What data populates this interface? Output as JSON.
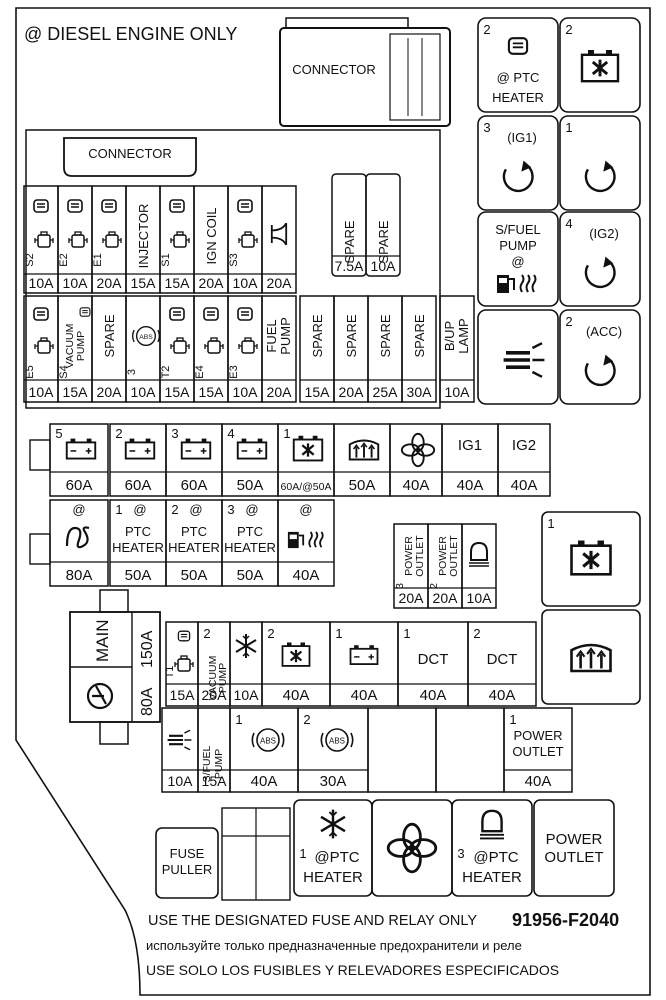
{
  "header": {
    "diesel_note": "@ DIESEL ENGINE ONLY"
  },
  "connectors": {
    "top": "CONNECTOR",
    "upper_block": "CONNECTOR"
  },
  "relays_right": [
    {
      "num": "2",
      "label": "@ PTC HEATER",
      "icon": "door-defrost-icon"
    },
    {
      "num": "2",
      "label": "",
      "icon": "fan-relay-icon"
    },
    {
      "num": "3",
      "label": "(IG1)",
      "icon": "rotation-icon"
    },
    {
      "num": "1",
      "label": "",
      "icon": "rotation-icon"
    },
    {
      "num": "",
      "label": "S/FUEL PUMP @",
      "icon": "fuel-pump-icon"
    },
    {
      "num": "4",
      "label": "(IG2)",
      "icon": "rotation-icon"
    },
    {
      "num": "",
      "label": "",
      "icon": "horn-icon"
    },
    {
      "num": "2",
      "label": "(ACC)",
      "icon": "rotation-icon"
    }
  ],
  "mini_fuses_row1": [
    {
      "tag": "S2",
      "label": "",
      "amp": "10A"
    },
    {
      "tag": "E2",
      "label": "",
      "amp": "10A"
    },
    {
      "tag": "E1",
      "label": "",
      "amp": "20A"
    },
    {
      "tag": "",
      "label": "INJECTOR",
      "amp": "15A"
    },
    {
      "tag": "S1",
      "label": "",
      "amp": "15A"
    },
    {
      "tag": "",
      "label": "IGN COIL",
      "amp": "20A"
    },
    {
      "tag": "S3",
      "label": "",
      "amp": "10A"
    },
    {
      "tag": "",
      "label": "",
      "amp": "20A"
    }
  ],
  "spare_top": [
    {
      "label": "SPARE",
      "amp": "7.5A"
    },
    {
      "label": "SPARE",
      "amp": "10A"
    }
  ],
  "mini_fuses_row2": [
    {
      "tag": "E5",
      "label": "",
      "amp": "10A"
    },
    {
      "tag": "S4",
      "label": "VACUUM PUMP",
      "amp": "15A"
    },
    {
      "tag": "",
      "label": "SPARE",
      "amp": "20A"
    },
    {
      "tag": "3",
      "label": "",
      "amp": "10A"
    },
    {
      "tag": "T2",
      "label": "",
      "amp": "15A"
    },
    {
      "tag": "E4",
      "label": "",
      "amp": "15A"
    },
    {
      "tag": "E3",
      "label": "",
      "amp": "10A"
    },
    {
      "tag": "",
      "label": "FUEL PUMP",
      "amp": "20A"
    },
    {
      "tag": "",
      "label": "SPARE",
      "amp": "15A"
    },
    {
      "tag": "",
      "label": "SPARE",
      "amp": "20A"
    },
    {
      "tag": "",
      "label": "SPARE",
      "amp": "25A"
    },
    {
      "tag": "",
      "label": "SPARE",
      "amp": "30A"
    },
    {
      "tag": "",
      "label": "B/UP LAMP",
      "amp": "10A"
    }
  ],
  "multi_fuse_row1": [
    {
      "num": "5",
      "label": "",
      "amp": "60A"
    },
    {
      "num": "2",
      "label": "",
      "amp": "60A"
    },
    {
      "num": "3",
      "label": "",
      "amp": "60A"
    },
    {
      "num": "4",
      "label": "",
      "amp": "50A"
    },
    {
      "num": "1",
      "label": "",
      "amp": "60A/@50A"
    },
    {
      "num": "",
      "label": "",
      "amp": "50A"
    },
    {
      "num": "",
      "label": "",
      "amp": "40A"
    },
    {
      "num": "",
      "label": "IG1",
      "amp": "40A"
    },
    {
      "num": "",
      "label": "IG2",
      "amp": "40A"
    }
  ],
  "multi_fuse_row2": [
    {
      "num": "@",
      "label": "",
      "amp": "80A"
    },
    {
      "num": "1 @",
      "label": "PTC HEATER",
      "amp": "50A"
    },
    {
      "num": "2 @",
      "label": "PTC HEATER",
      "amp": "50A"
    },
    {
      "num": "3 @",
      "label": "PTC HEATER",
      "amp": "50A"
    },
    {
      "num": "@",
      "label": "",
      "amp": "40A"
    }
  ],
  "power_outlet_fuses": [
    {
      "num": "3",
      "label": "POWER OUTLET",
      "amp": "20A"
    },
    {
      "num": "2",
      "label": "POWER OUTLET",
      "amp": "20A"
    },
    {
      "num": "",
      "label": "",
      "amp": "10A"
    }
  ],
  "main_fuse": {
    "label": "MAIN",
    "amp_top": "150A",
    "amp_bottom": "80A"
  },
  "lower_row": [
    {
      "num": "",
      "tag": "T1",
      "label": "",
      "amp": "15A"
    },
    {
      "num": "2",
      "tag": "",
      "label": "VACUUM PUMP",
      "amp": "20A"
    },
    {
      "num": "",
      "tag": "",
      "label": "",
      "amp": "10A"
    },
    {
      "num": "2",
      "tag": "",
      "label": "",
      "amp": "40A"
    },
    {
      "num": "1",
      "tag": "",
      "label": "",
      "amp": "40A"
    },
    {
      "num": "1",
      "tag": "",
      "label": "DCT",
      "amp": "40A"
    },
    {
      "num": "2",
      "tag": "",
      "label": "DCT",
      "amp": "40A"
    }
  ],
  "bottom_row": [
    {
      "num": "",
      "label": "",
      "amp": "10A"
    },
    {
      "num": "",
      "label": "S/FUEL PUMP",
      "amp": "15A"
    },
    {
      "num": "1",
      "label": "",
      "amp": "40A"
    },
    {
      "num": "2",
      "label": "",
      "amp": "30A"
    },
    {
      "num": "1",
      "label": "POWER OUTLET",
      "amp": "40A"
    }
  ],
  "side_relays": [
    {
      "num": "1",
      "icon": "fan-relay-icon"
    },
    {
      "num": "",
      "icon": "rear-defrost-icon"
    }
  ],
  "bottom_relays": [
    {
      "num": "",
      "label": "FUSE PULLER"
    },
    {
      "num": "1",
      "label": "@PTC HEATER"
    },
    {
      "num": "",
      "label": ""
    },
    {
      "num": "3",
      "label": "@PTC HEATER"
    },
    {
      "num": "",
      "label": "POWER OUTLET"
    }
  ],
  "footer": {
    "line1": "USE THE DESIGNATED FUSE AND RELAY ONLY",
    "part_number": "91956-F2040",
    "line2": "используйте только предназначенные предохранители и реле",
    "line3": "USE SOLO LOS FUSIBLES Y RELEVADORES ESPECIFICADOS"
  }
}
